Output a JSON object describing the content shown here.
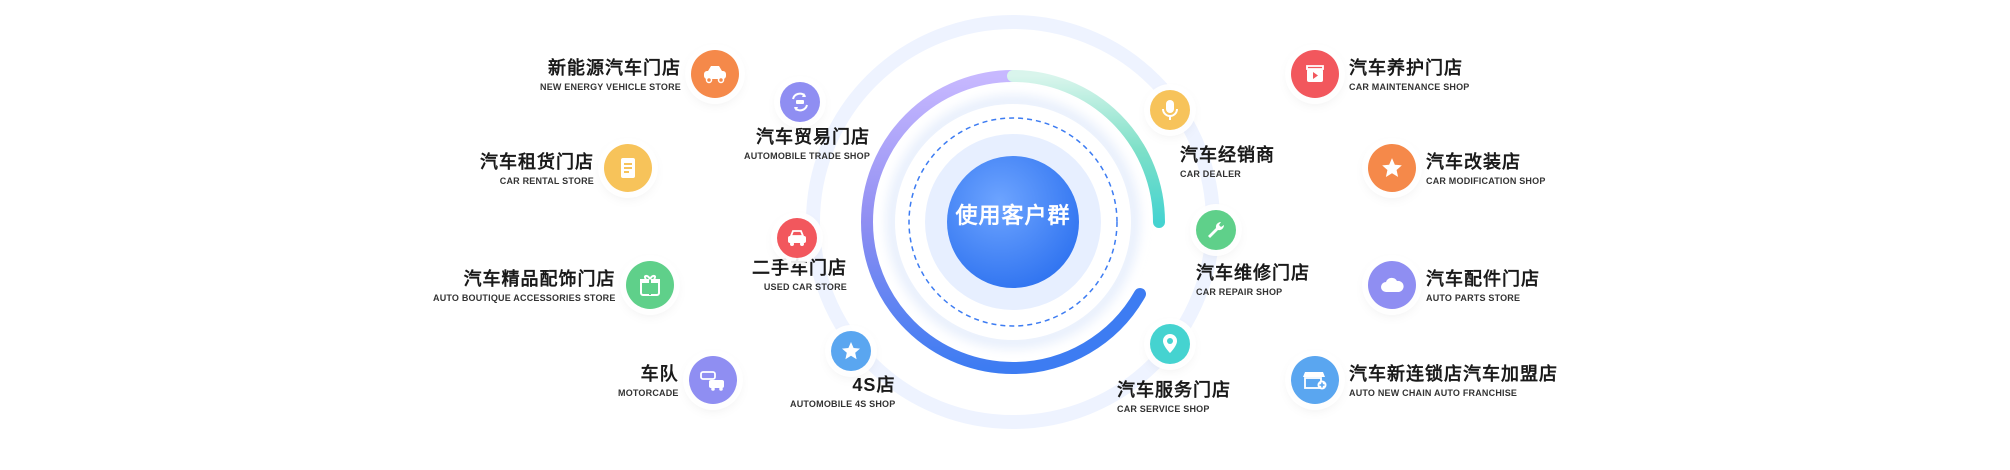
{
  "center": {
    "label": "使用客户群"
  },
  "colors": {
    "orange": "#f5894a",
    "yellow": "#f7c35a",
    "green": "#5fd08a",
    "purple": "#8f8ef2",
    "red": "#f2575d",
    "blue": "#5aa6f0",
    "teal": "#45d3d0",
    "ring_blue": "#3d7cf2"
  },
  "outer_left": [
    {
      "zh": "新能源汽车门店",
      "en": "NEW ENERGY VEHICLE STORE",
      "icon": "car-front-icon",
      "color": "orange"
    },
    {
      "zh": "汽车租货门店",
      "en": "CAR RENTAL STORE",
      "icon": "rent-document-icon",
      "color": "yellow"
    },
    {
      "zh": "汽车精品配饰门店",
      "en": "AUTO BOUTIQUE ACCESSORIES STORE",
      "icon": "gift-box-icon",
      "color": "green"
    },
    {
      "zh": "车队",
      "en": "MOTORCADE",
      "icon": "two-cars-icon",
      "color": "purple"
    }
  ],
  "inner_left": [
    {
      "zh": "汽车贸易门店",
      "en": "AUTOMOBILE TRADE SHOP",
      "icon": "car-exchange-icon",
      "color": "purple"
    },
    {
      "zh": "二手车门店",
      "en": "USED CAR STORE",
      "icon": "used-car-icon",
      "color": "red"
    },
    {
      "zh": "4S店",
      "en": "AUTOMOBILE 4S SHOP",
      "icon": "star-icon",
      "color": "blue"
    }
  ],
  "inner_right": [
    {
      "zh": "汽车经销商",
      "en": "CAR DEALER",
      "icon": "microphone-icon",
      "color": "yellow"
    },
    {
      "zh": "汽车维修门店",
      "en": "CAR REPAIR SHOP",
      "icon": "wrench-icon",
      "color": "green"
    },
    {
      "zh": "汽车服务门店",
      "en": "CAR SERVICE SHOP",
      "icon": "location-pin-icon",
      "color": "teal"
    }
  ],
  "outer_right": [
    {
      "zh": "汽车养护门店",
      "en": "CAR MAINTENANCE SHOP",
      "icon": "video-clapper-icon",
      "color": "red"
    },
    {
      "zh": "汽车改装店",
      "en": "CAR MODIFICATION SHOP",
      "icon": "star-icon",
      "color": "orange"
    },
    {
      "zh": "汽车配件门店",
      "en": "AUTO PARTS STORE",
      "icon": "cloud-icon",
      "color": "purple"
    },
    {
      "zh": "汽车新连锁店汽车加盟店",
      "en": "AUTO NEW CHAIN AUTO FRANCHISE",
      "icon": "storefront-icon",
      "color": "blue"
    }
  ]
}
